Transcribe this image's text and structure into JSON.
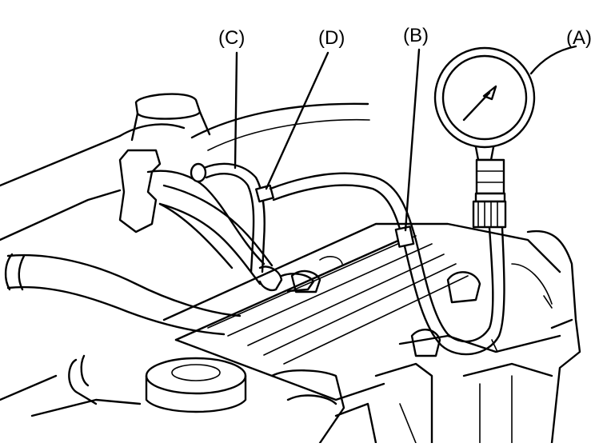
{
  "labels": {
    "c": "(C)",
    "d": "(D)",
    "b": "(B)",
    "a": "(A)"
  },
  "colors": {
    "line": "#000000",
    "background": "#ffffff"
  }
}
